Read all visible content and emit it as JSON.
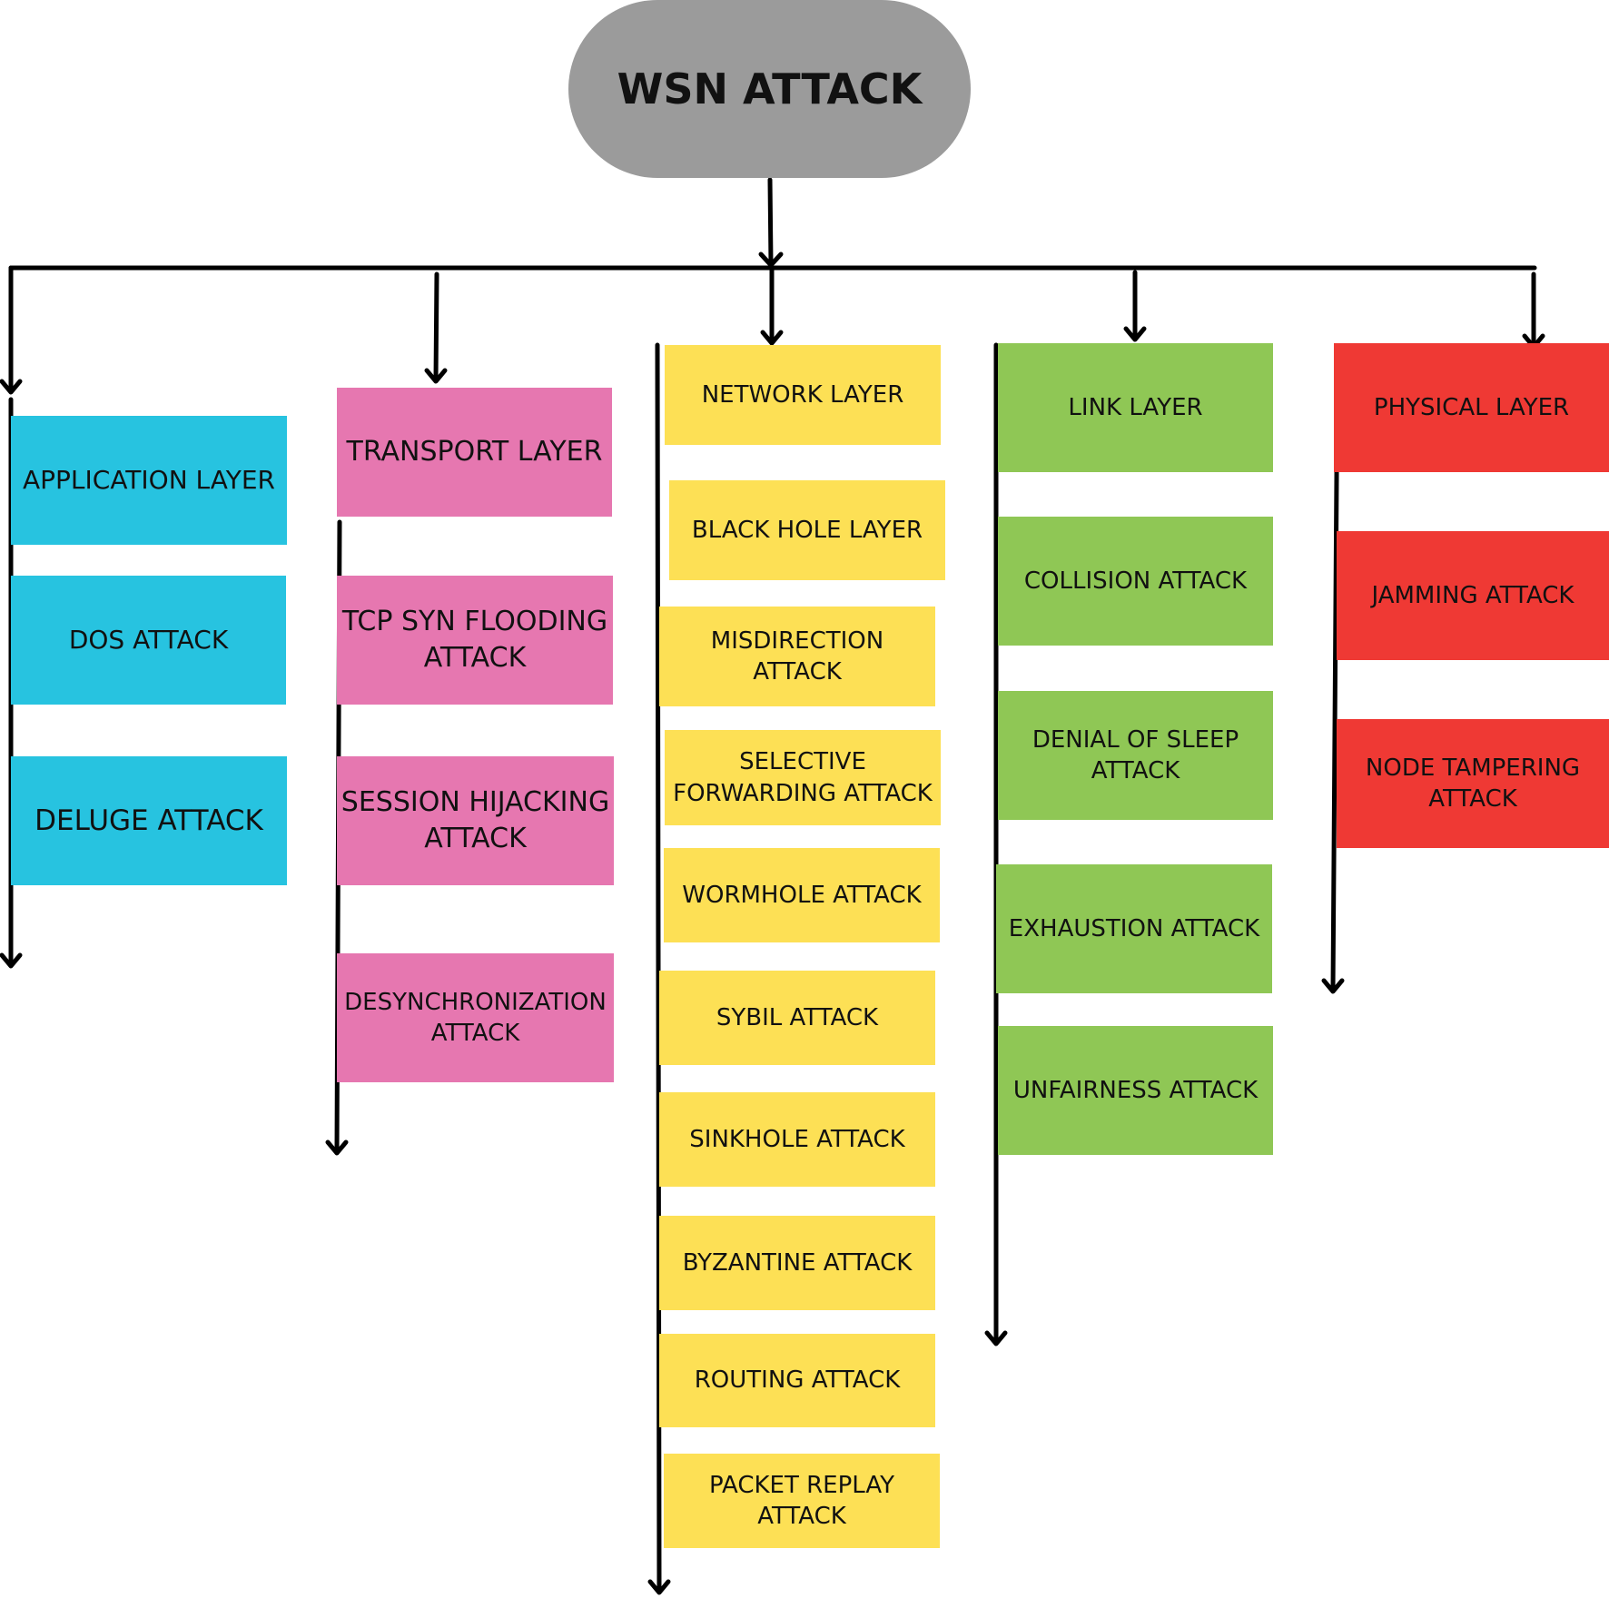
{
  "diagram": {
    "root": {
      "label": "WSN ATTACK",
      "color": "#9b9b9b"
    },
    "columns": [
      {
        "id": "application",
        "color": "#27c3e0",
        "layer": "APPLICATION LAYER",
        "attacks": [
          "DOS ATTACK",
          "DELUGE ATTACK"
        ]
      },
      {
        "id": "transport",
        "color": "#e677b0",
        "layer": "TRANSPORT LAYER",
        "attacks": [
          "TCP SYN FLOODING ATTACK",
          "SESSION HIJACKING ATTACK",
          "DESYNCHRONIZATION ATTACK"
        ]
      },
      {
        "id": "network",
        "color": "#fde055",
        "layer": "NETWORK LAYER",
        "attacks": [
          "BLACK HOLE LAYER",
          "MISDIRECTION ATTACK",
          "SELECTIVE FORWARDING ATTACK",
          "WORMHOLE ATTACK",
          "SYBIL ATTACK",
          "SINKHOLE ATTACK",
          "BYZANTINE ATTACK",
          "ROUTING ATTACK",
          "PACKET REPLAY ATTACK"
        ]
      },
      {
        "id": "link",
        "color": "#8fc755",
        "layer": "LINK LAYER",
        "attacks": [
          "COLLISION ATTACK",
          "DENIAL OF SLEEP ATTACK",
          "EXHAUSTION ATTACK",
          "UNFAIRNESS ATTACK"
        ]
      },
      {
        "id": "physical",
        "color": "#ef3934",
        "layer": "PHYSICAL LAYER",
        "attacks": [
          "JAMMING ATTACK",
          "NODE TAMPERING ATTACK"
        ]
      }
    ]
  }
}
